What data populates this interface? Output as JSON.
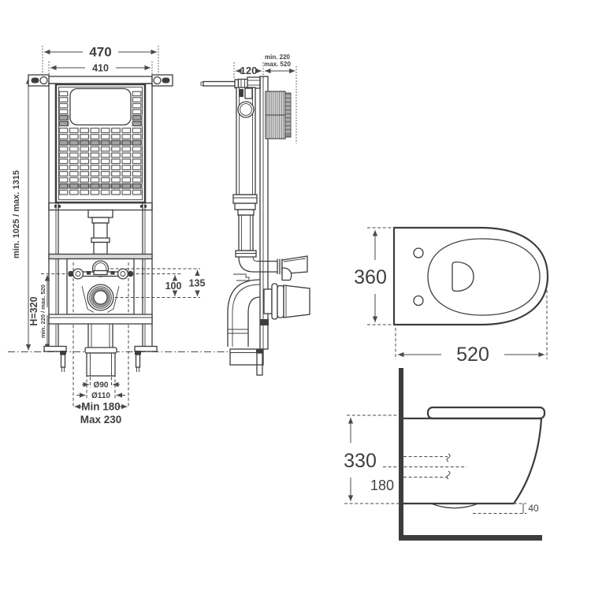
{
  "colors": {
    "line": "#3d3d3d",
    "dimension": "#4a4a4a",
    "text": "#404040",
    "shading_gray": "#a3a3a3",
    "light_gray": "#d9d9d9",
    "background": "#ffffff"
  },
  "front_view": {
    "dim_width_outer": "470",
    "dim_width_inner": "410",
    "dim_height_range": "min. 1025 / max. 1315",
    "dim_fixing_height": "H=320",
    "dim_outlet_range": "min. 220 / max. 520",
    "dim_offset_100": "100",
    "dim_offset_135": "135",
    "dim_outlet_dia_inner": "Ø90",
    "dim_outlet_dia_outer": "Ø110",
    "dim_drain_min": "Min 180",
    "dim_drain_max": "Max 230"
  },
  "side_view": {
    "dim_depth": "120",
    "dim_range_min": "min. 220",
    "dim_range_max": "max. 520"
  },
  "top_view": {
    "dim_width": "360",
    "dim_length": "520"
  },
  "profile_view": {
    "dim_height": "330",
    "dim_outlet_height": "180",
    "dim_clearance": "40"
  }
}
